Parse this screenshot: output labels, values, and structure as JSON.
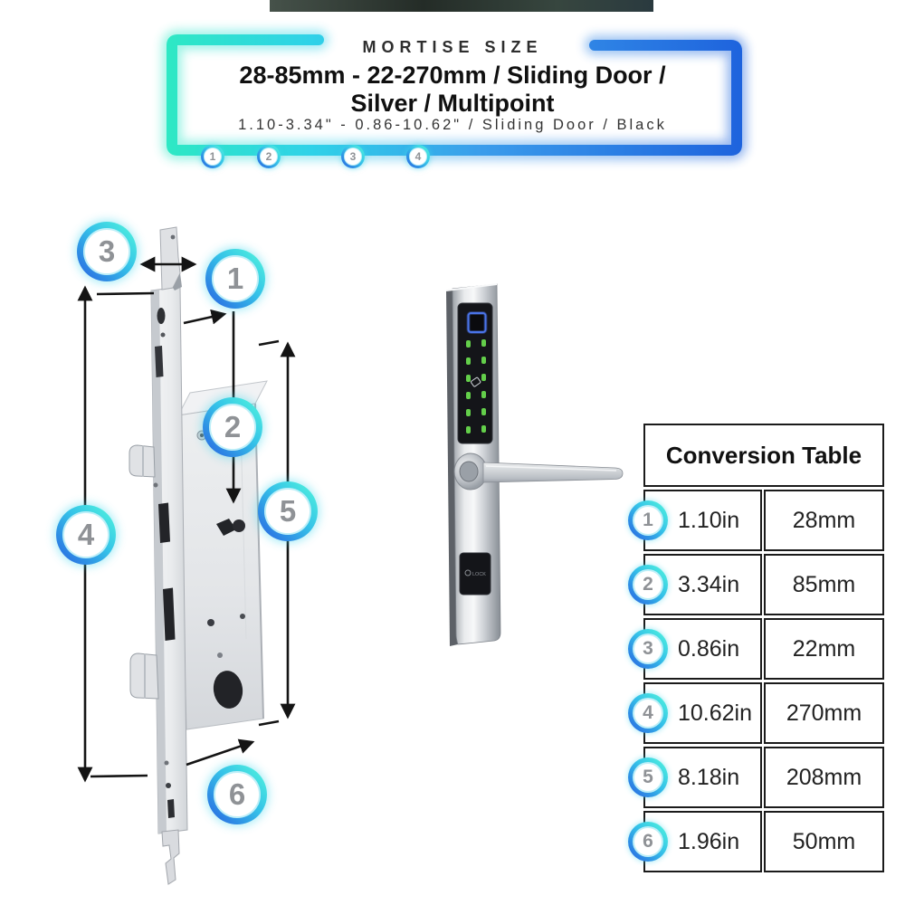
{
  "header": {
    "kicker": "MORTISE SIZE",
    "title_line1": "28-85mm - 22-270mm / Sliding Door /",
    "title_line2": "Silver / Multipoint",
    "subtitle": "1.10-3.34\" - 0.86-10.62\" / Sliding Door / Black",
    "markers": [
      "1",
      "2",
      "3",
      "4"
    ]
  },
  "diagram": {
    "callouts": [
      "1",
      "2",
      "3",
      "4",
      "5",
      "6"
    ],
    "smart_lock_logo": "LOCK"
  },
  "conversion_table": {
    "title": "Conversion Table",
    "rows": [
      {
        "num": "1",
        "inches": "1.10in",
        "mm": "28mm"
      },
      {
        "num": "2",
        "inches": "3.34in",
        "mm": "85mm"
      },
      {
        "num": "3",
        "inches": "0.86in",
        "mm": "22mm"
      },
      {
        "num": "4",
        "inches": "10.62in",
        "mm": "270mm"
      },
      {
        "num": "5",
        "inches": "8.18in",
        "mm": "208mm"
      },
      {
        "num": "6",
        "inches": "1.96in",
        "mm": "50mm"
      }
    ]
  },
  "colors": {
    "neon_cyan": "#2ee8c4",
    "neon_blue": "#1e63dd",
    "ring_gradient_start": "#2a6ee2",
    "ring_gradient_end": "#4deede",
    "badge_number_gray": "#8f9296",
    "keypad_green": "#63cf4a",
    "fingerprint_blue": "#4a74e8",
    "table_border": "#1b1b1b"
  }
}
